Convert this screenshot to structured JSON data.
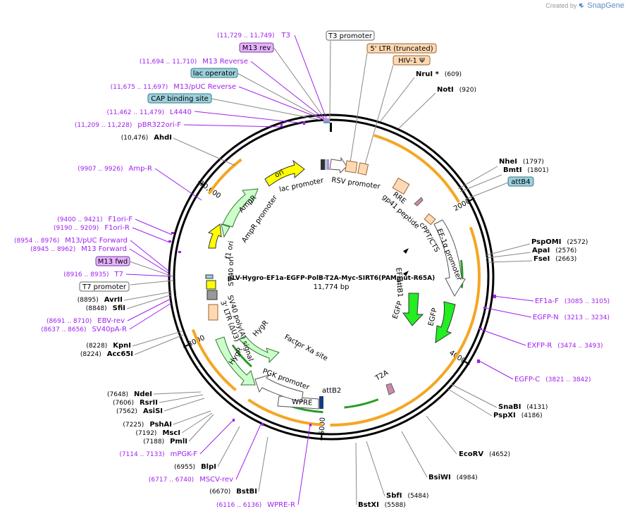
{
  "header": {
    "created_by": "Created by",
    "brand": "SnapGene",
    "logo_icon": "snapgene-logo-icon",
    "brand_color": "#5b8bc9"
  },
  "plasmid": {
    "name": "pLV-Hygro-EF1a-EGFP-PolB-T2A-Myc-SIRT6(PAMmut-R65A)",
    "length_label": "11,774 bp",
    "length": 11774
  },
  "ticks": [
    {
      "pos": 2000,
      "label": "2000"
    },
    {
      "pos": 4000,
      "label": "4000"
    },
    {
      "pos": 6000,
      "label": "6000"
    },
    {
      "pos": 8000,
      "label": "8000"
    },
    {
      "pos": 10000,
      "label": "10,000"
    }
  ],
  "colors": {
    "primer": "#a020f0",
    "enzyme": "#000000",
    "feature_orange": "#f5a623",
    "promoter_fill": "#ffffff",
    "ori_fill": "#ffff00",
    "marker_fill": "#ccffcc",
    "gfp_fill": "#22ee22",
    "ltr_fill": "#ffd9b3",
    "cap_fill": "#9bd0dc",
    "m13_fill": "#e6b3ff",
    "misc_fill": "#cc88aa"
  },
  "enzymes": [
    {
      "name": "NruI *",
      "pos": "(609)"
    },
    {
      "name": "NotI",
      "pos": "(920)"
    },
    {
      "name": "NheI",
      "pos": "(1797)"
    },
    {
      "name": "BmtI",
      "pos": "(1801)"
    },
    {
      "name": "PspOMI",
      "pos": "(2572)"
    },
    {
      "name": "ApaI",
      "pos": "(2576)"
    },
    {
      "name": "FseI",
      "pos": "(2663)"
    },
    {
      "name": "SnaBI",
      "pos": "(4131)"
    },
    {
      "name": "PspXI",
      "pos": "(4186)"
    },
    {
      "name": "EcoRV",
      "pos": "(4652)"
    },
    {
      "name": "BsiWI",
      "pos": "(4984)"
    },
    {
      "name": "SbfI",
      "pos": "(5484)"
    },
    {
      "name": "BstXI",
      "pos": "(5588)"
    },
    {
      "name": "BstBI",
      "pos": "(6670)"
    },
    {
      "name": "BlpI",
      "pos": "(6955)"
    },
    {
      "name": "PmlI",
      "pos": "(7188)"
    },
    {
      "name": "MscI",
      "pos": "(7192)"
    },
    {
      "name": "PshAI",
      "pos": "(7225)"
    },
    {
      "name": "AsiSI",
      "pos": "(7562)"
    },
    {
      "name": "RsrII",
      "pos": "(7606)"
    },
    {
      "name": "NdeI",
      "pos": "(7648)"
    },
    {
      "name": "Acc65I",
      "pos": "(8224)"
    },
    {
      "name": "KpnI",
      "pos": "(8228)"
    },
    {
      "name": "SfiI",
      "pos": "(8848)"
    },
    {
      "name": "AvrII",
      "pos": "(8895)"
    },
    {
      "name": "AhdI",
      "pos": "(10,476)"
    }
  ],
  "primers": [
    {
      "name": "T3",
      "range": "(11,729 .. 11,749)"
    },
    {
      "name": "M13 Reverse",
      "range": "(11,694 .. 11,710)"
    },
    {
      "name": "M13/pUC Reverse",
      "range": "(11,675 .. 11,697)"
    },
    {
      "name": "L4440",
      "range": "(11,462 .. 11,479)"
    },
    {
      "name": "pBR322ori-F",
      "range": "(11,209 .. 11,228)"
    },
    {
      "name": "Amp-R",
      "range": "(9907 .. 9926)"
    },
    {
      "name": "F1ori-F",
      "range": "(9400 .. 9421)"
    },
    {
      "name": "F1ori-R",
      "range": "(9190 .. 9209)"
    },
    {
      "name": "M13/pUC Forward",
      "range": "(8954 .. 8976)"
    },
    {
      "name": "M13 Forward",
      "range": "(8945 .. 8962)"
    },
    {
      "name": "T7",
      "range": "(8916 .. 8935)"
    },
    {
      "name": "EBV-rev",
      "range": "(8691 .. 8710)"
    },
    {
      "name": "SV40pA-R",
      "range": "(8637 .. 8656)"
    },
    {
      "name": "mPGK-F",
      "range": "(7114 .. 7133)"
    },
    {
      "name": "MSCV-rev",
      "range": "(6717 .. 6740)"
    },
    {
      "name": "WPRE-R",
      "range": "(6116 .. 6136)"
    },
    {
      "name": "EF1a-F",
      "range": "(3085 .. 3105)"
    },
    {
      "name": "EGFP-N",
      "range": "(3213 .. 3234)"
    },
    {
      "name": "EXFP-R",
      "range": "(3474 .. 3493)"
    },
    {
      "name": "EGFP-C",
      "range": "(3821 .. 3842)"
    }
  ],
  "boxed_labels": [
    {
      "text": "T3 promoter",
      "style": "plain"
    },
    {
      "text": "5' LTR (truncated)",
      "style": "ltr"
    },
    {
      "text": "HIV-1 Ψ",
      "style": "ltr"
    },
    {
      "text": "M13 rev",
      "style": "m13"
    },
    {
      "text": "lac operator",
      "style": "cap"
    },
    {
      "text": "CAP binding site",
      "style": "cap"
    },
    {
      "text": "attB4",
      "style": "cap"
    },
    {
      "text": "M13 fwd",
      "style": "m13"
    },
    {
      "text": "T7 promoter",
      "style": "plain"
    }
  ],
  "feature_labels": [
    "lac promoter",
    "RSV promoter",
    "ori",
    "AmpR",
    "AmpR promoter",
    "f1 ori",
    "SV40 ori",
    "SV40 poly(A) signal",
    "3' LTR (ΔU3)",
    "HygR",
    "HygR",
    "Factor Xa site",
    "PGK promoter",
    "attB2",
    "WPRE",
    "T2A",
    "EGFP",
    "EGFP",
    "EF-1...",
    "attB1",
    "EF-1α promoter",
    "cPPT/CTS",
    "gp41 peptide",
    "RRE"
  ]
}
